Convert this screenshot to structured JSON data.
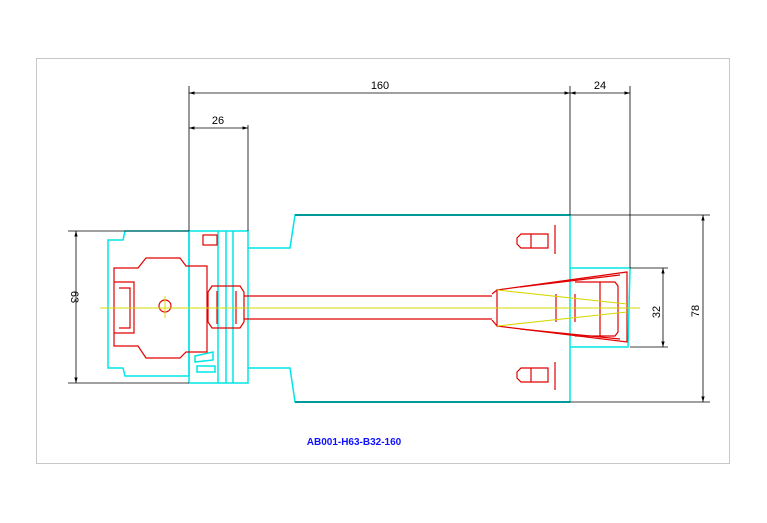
{
  "drawing": {
    "part_code": "AB001-H63-B32-160",
    "dimensions": {
      "overall_length": "160",
      "nose_length": "24",
      "flange_length": "26",
      "shank_diameter": "63",
      "nose_diameter": "32",
      "body_diameter": "78"
    },
    "colors": {
      "frame": "#c8c8c8",
      "outline": "#00e5e5",
      "body_edge": "#009999",
      "parts": "#e00000",
      "centerline": "#d8d800",
      "dimension": "#000000",
      "label": "#1010ff"
    }
  }
}
